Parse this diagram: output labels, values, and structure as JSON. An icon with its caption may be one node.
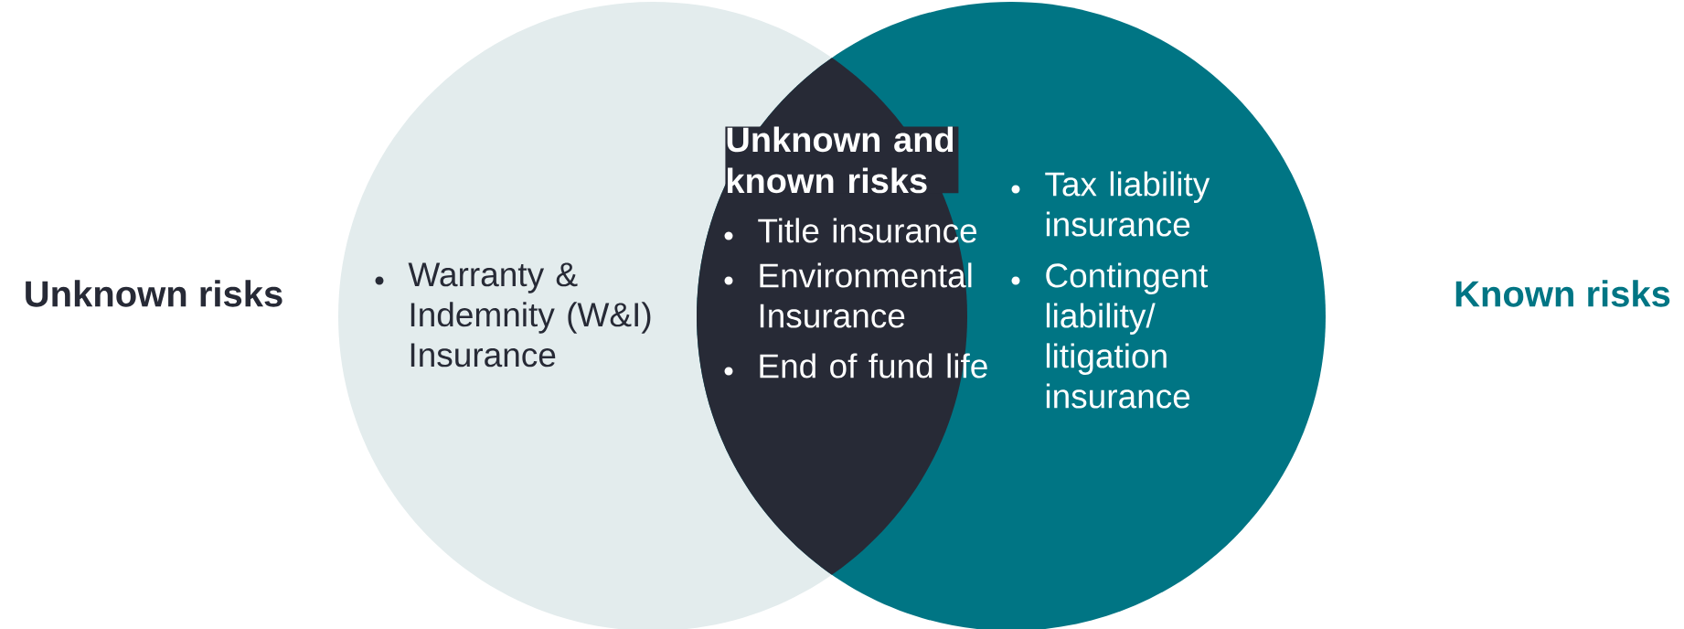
{
  "diagram": {
    "nodes": [
      {
        "text": [
          "Warranty & Indemnity (W&I) Insurance"
        ],
        "beside": [
          "Unknown risks"
        ]
      },
      {
        "text": [
          "Tax liability insurance",
          "Contingent liability/ litigation insurance"
        ],
        "beside": [
          "Known risks"
        ]
      },
      {
        "text": [
          "Unknown and known risks",
          "Title insurance",
          "Environmental Insurance",
          "End of fund life"
        ]
      }
    ]
  }
}
